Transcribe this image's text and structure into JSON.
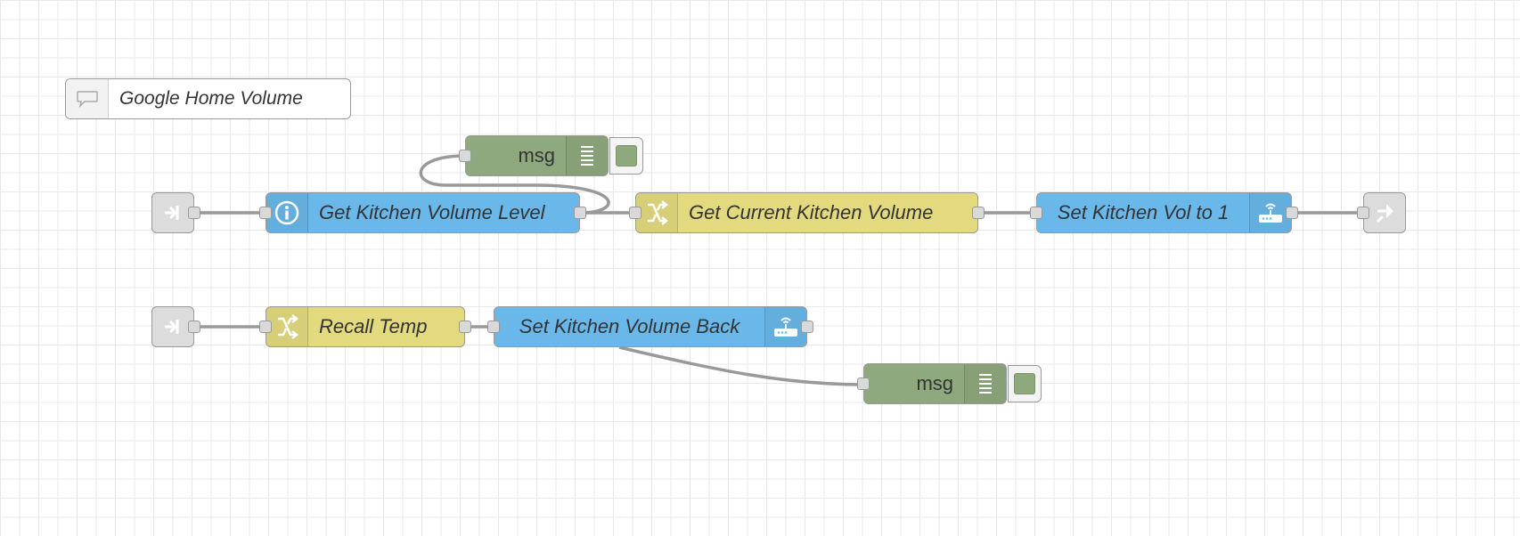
{
  "canvas": {
    "grid_color": "#e9e9e9",
    "background": "#ffffff"
  },
  "comment": {
    "label": "Google Home Volume",
    "icon": "comment-bubble-icon"
  },
  "flow1": {
    "inject": {
      "icon": "inject-arrow-icon"
    },
    "info_node": {
      "label": "Get Kitchen Volume Level",
      "icon": "info-icon"
    },
    "debug_node": {
      "label": "msg",
      "icon": "debug-list-icon"
    },
    "change_node": {
      "label": "Get Current Kitchen Volume",
      "icon": "shuffle-icon"
    },
    "set_node": {
      "label": "Set Kitchen Vol to 1",
      "icon": "router-wifi-icon"
    },
    "link_out": {
      "icon": "link-out-icon"
    }
  },
  "flow2": {
    "inject": {
      "icon": "inject-arrow-icon"
    },
    "change_node": {
      "label": "Recall Temp",
      "icon": "shuffle-icon"
    },
    "set_node": {
      "label": "Set Kitchen Volume Back",
      "icon": "router-wifi-icon"
    },
    "debug_node": {
      "label": "msg",
      "icon": "debug-list-icon"
    }
  },
  "colors": {
    "blue": "#6ab8ea",
    "yellow": "#e3da7f",
    "green": "#8fa97e",
    "gray": "#dcdcdc",
    "wire": "#999999"
  }
}
